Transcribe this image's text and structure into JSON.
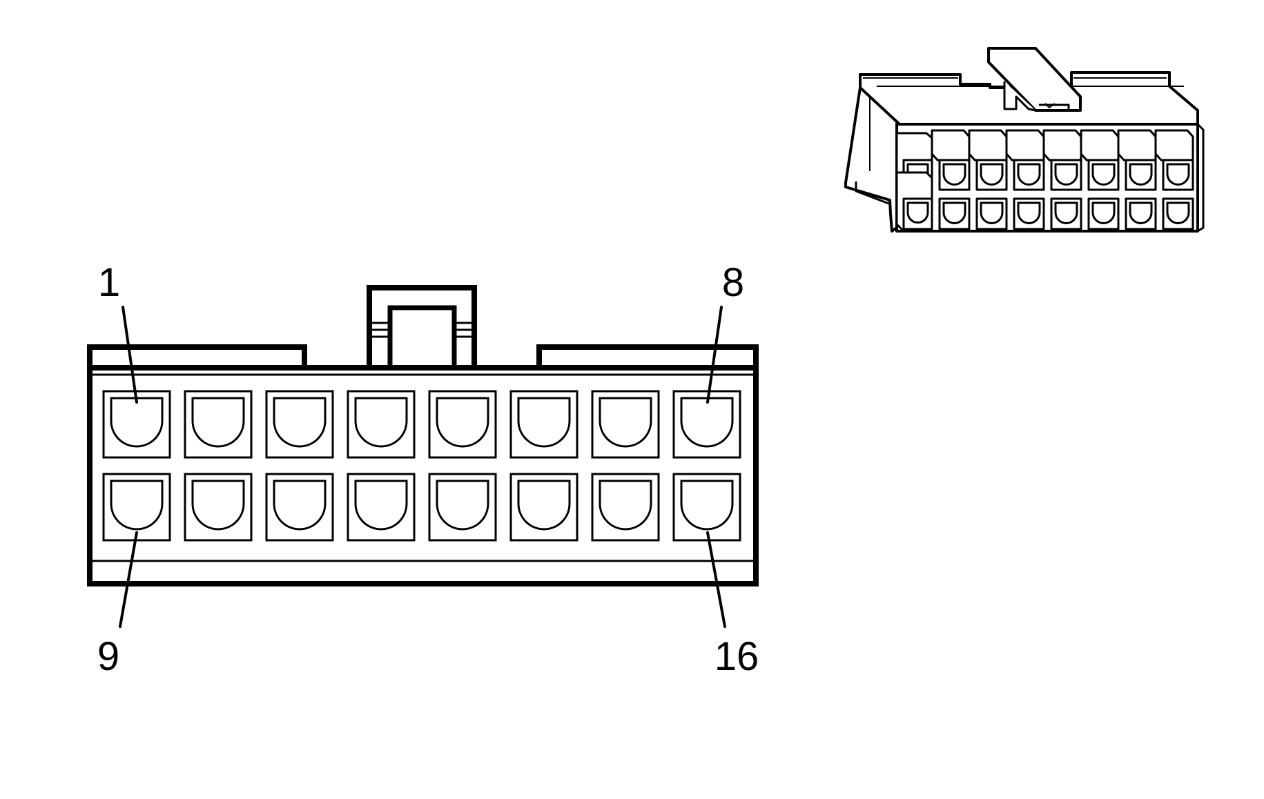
{
  "diagram": {
    "title": "",
    "pin_labels": {
      "top_left": "1",
      "top_right": "8",
      "bottom_left": "9",
      "bottom_right": "16"
    },
    "connector": {
      "rows": 2,
      "columns": 8,
      "pin_count": 16
    },
    "colors": {
      "stroke": "#000000",
      "background": "#ffffff"
    }
  }
}
